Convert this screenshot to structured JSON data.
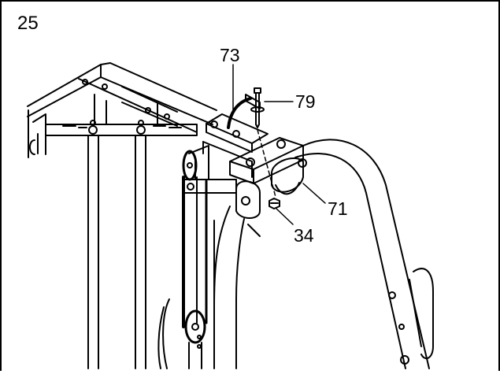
{
  "step": {
    "number": "25"
  },
  "callouts": {
    "part_73": "73",
    "part_79": "79",
    "part_71": "71",
    "part_34": "34"
  },
  "colors": {
    "line": "#000000",
    "background": "#ffffff"
  }
}
